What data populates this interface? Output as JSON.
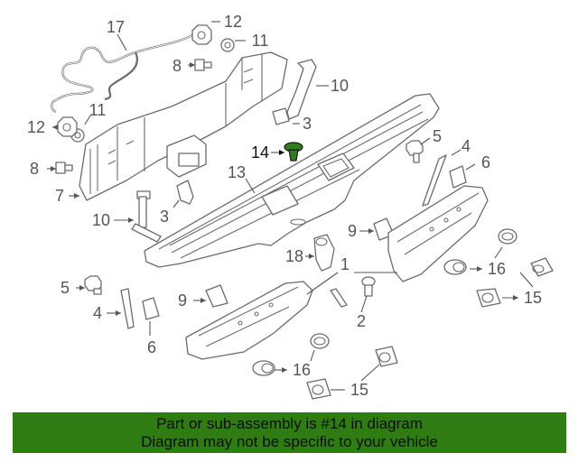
{
  "colors": {
    "banner": "#2f7d12",
    "highlight": "#2e7d1e",
    "line": "#6b6b6b"
  },
  "callouts": {
    "c17": "17",
    "c12a": "12",
    "c11a": "11",
    "c8a": "8",
    "c10a": "10",
    "c11b": "11",
    "c12b": "12",
    "c3a": "3",
    "c14": "14",
    "c5a": "5",
    "c4a": "4",
    "c6a": "6",
    "c8b": "8",
    "c7": "7",
    "c13": "13",
    "c3b": "3",
    "c10b": "10",
    "c9a": "9",
    "c18": "18",
    "c1": "1",
    "c16a": "16",
    "c5b": "5",
    "c4b": "4",
    "c6b": "6",
    "c9b": "9",
    "c2": "2",
    "c15a": "15",
    "c16b": "16",
    "c15b": "15"
  },
  "banner": {
    "line1": "Part or sub-assembly is #14 in diagram",
    "line2": "Diagram may not be specific to your vehicle"
  }
}
